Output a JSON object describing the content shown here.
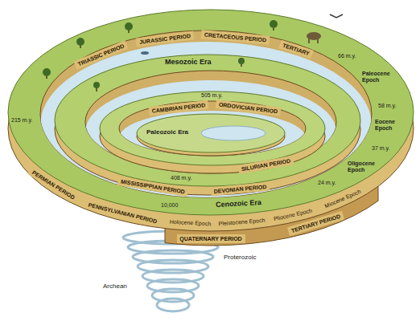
{
  "diagram": {
    "nodes": [
      {
        "text": [
          "TRIASSIC PERIOD"
        ]
      },
      {
        "text": [
          "JURASSIC PERIOD"
        ]
      },
      {
        "text": [
          "CRETACEOUS PERIOD"
        ]
      },
      {
        "text": [
          "TERTIARY"
        ]
      },
      {
        "text": [
          "CAMBRIAN PERIOD"
        ]
      },
      {
        "text": [
          "ORDOVICIAN PERIOD"
        ]
      },
      {
        "text": [
          "SILURIAN PERIOD"
        ]
      },
      {
        "text": [
          "DEVONIAN PERIOD"
        ]
      },
      {
        "text": [
          "MISSISSIPPIAN PERIOD"
        ]
      },
      {
        "text": [
          "PENNSYLVANIAN PERIOD"
        ]
      },
      {
        "text": [
          "PERMIAN PERIOD"
        ]
      },
      {
        "text": [
          "Holocene Epoch"
        ]
      },
      {
        "text": [
          "Pleistocene Epoch"
        ]
      },
      {
        "text": [
          "Pliocene Epoch"
        ]
      },
      {
        "text": [
          "Miocene Epoch"
        ]
      },
      {
        "text": [
          "QUATERNARY PERIOD"
        ]
      },
      {
        "text": [
          "TERTIARY PERIOD"
        ]
      }
    ],
    "labels": [
      "Mesozoic Era",
      "Paleozoic Era",
      "Cenozoic Era",
      "Paleocene Epoch",
      "Eocene Epoch",
      "Oligocene Epoch",
      "505 m.y.",
      "408 m.y.",
      "215 m.y.",
      "66 m.y.",
      "58 m.y.",
      "37 m.y.",
      "24 m.y.",
      "10,000",
      "Proterozoic",
      "Archean"
    ]
  }
}
